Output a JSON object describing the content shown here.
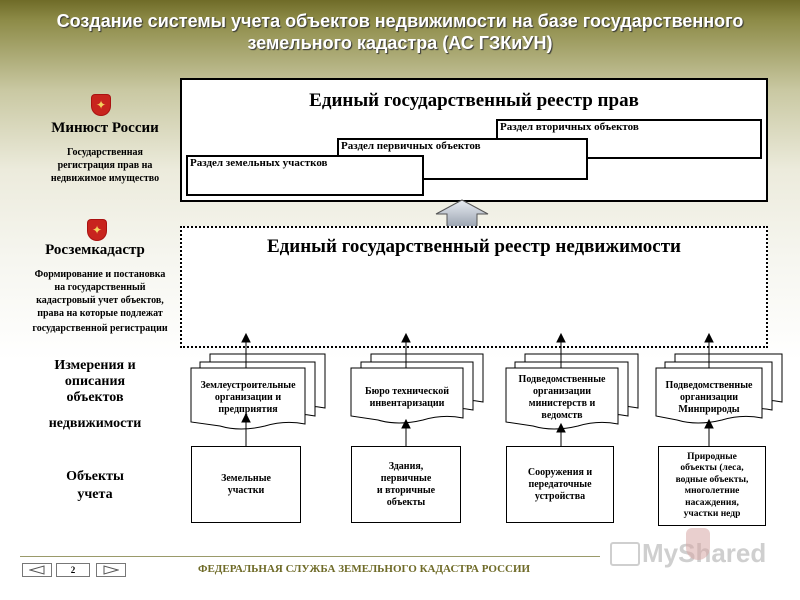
{
  "title": {
    "line1": "Создание системы учета объектов недвижимости на базе государственного",
    "line2": "земельного кадастра (АС ГЗКиУН)"
  },
  "left": {
    "minjust": {
      "name": "Минюст России",
      "desc": [
        "Государственная",
        "регистрация прав на",
        "недвижимое имущество"
      ]
    },
    "rosz": {
      "name": "Росземкадастр",
      "desc": [
        "Формирование и постановка",
        "на государственный",
        "кадастровый учет объектов,",
        "права на которые подлежат",
        "государственной регистрации"
      ]
    },
    "measure": [
      "Измерения и",
      "описания",
      "объектов",
      "недвижимости"
    ],
    "objects": [
      "Объекты",
      "учета"
    ]
  },
  "registry_rights": {
    "title": "Единый государственный реестр прав",
    "sections": [
      "Раздел вторичных объектов",
      "Раздел первичных объектов",
      "Раздел земельных участков"
    ]
  },
  "registry_property": {
    "title": "Единый государственный реестр недвижимости"
  },
  "organizations": [
    [
      "Землеустроительные",
      "организации и",
      "предприятия"
    ],
    [
      "Бюро технической",
      "инвентаризации"
    ],
    [
      "Подведомственные",
      "организации",
      "министерств и",
      "ведомств"
    ],
    [
      "Подведомственные",
      "организации",
      "Минприроды"
    ]
  ],
  "objects": [
    [
      "Земельные",
      "участки"
    ],
    [
      "Здания,",
      "первичные",
      "и вторичные",
      "объекты"
    ],
    [
      "Сооружения и",
      "передаточные",
      "устройства"
    ],
    [
      "Природные",
      "объекты (леса,",
      "водные объекты,",
      "многолетние",
      "насаждения,",
      "участки недр"
    ]
  ],
  "footer": {
    "text": "ФЕДЕРАЛЬНАЯ СЛУЖБА ЗЕМЕЛЬНОГО КАДАСТРА РОССИИ",
    "page": "2",
    "watermark": "MyShared"
  }
}
